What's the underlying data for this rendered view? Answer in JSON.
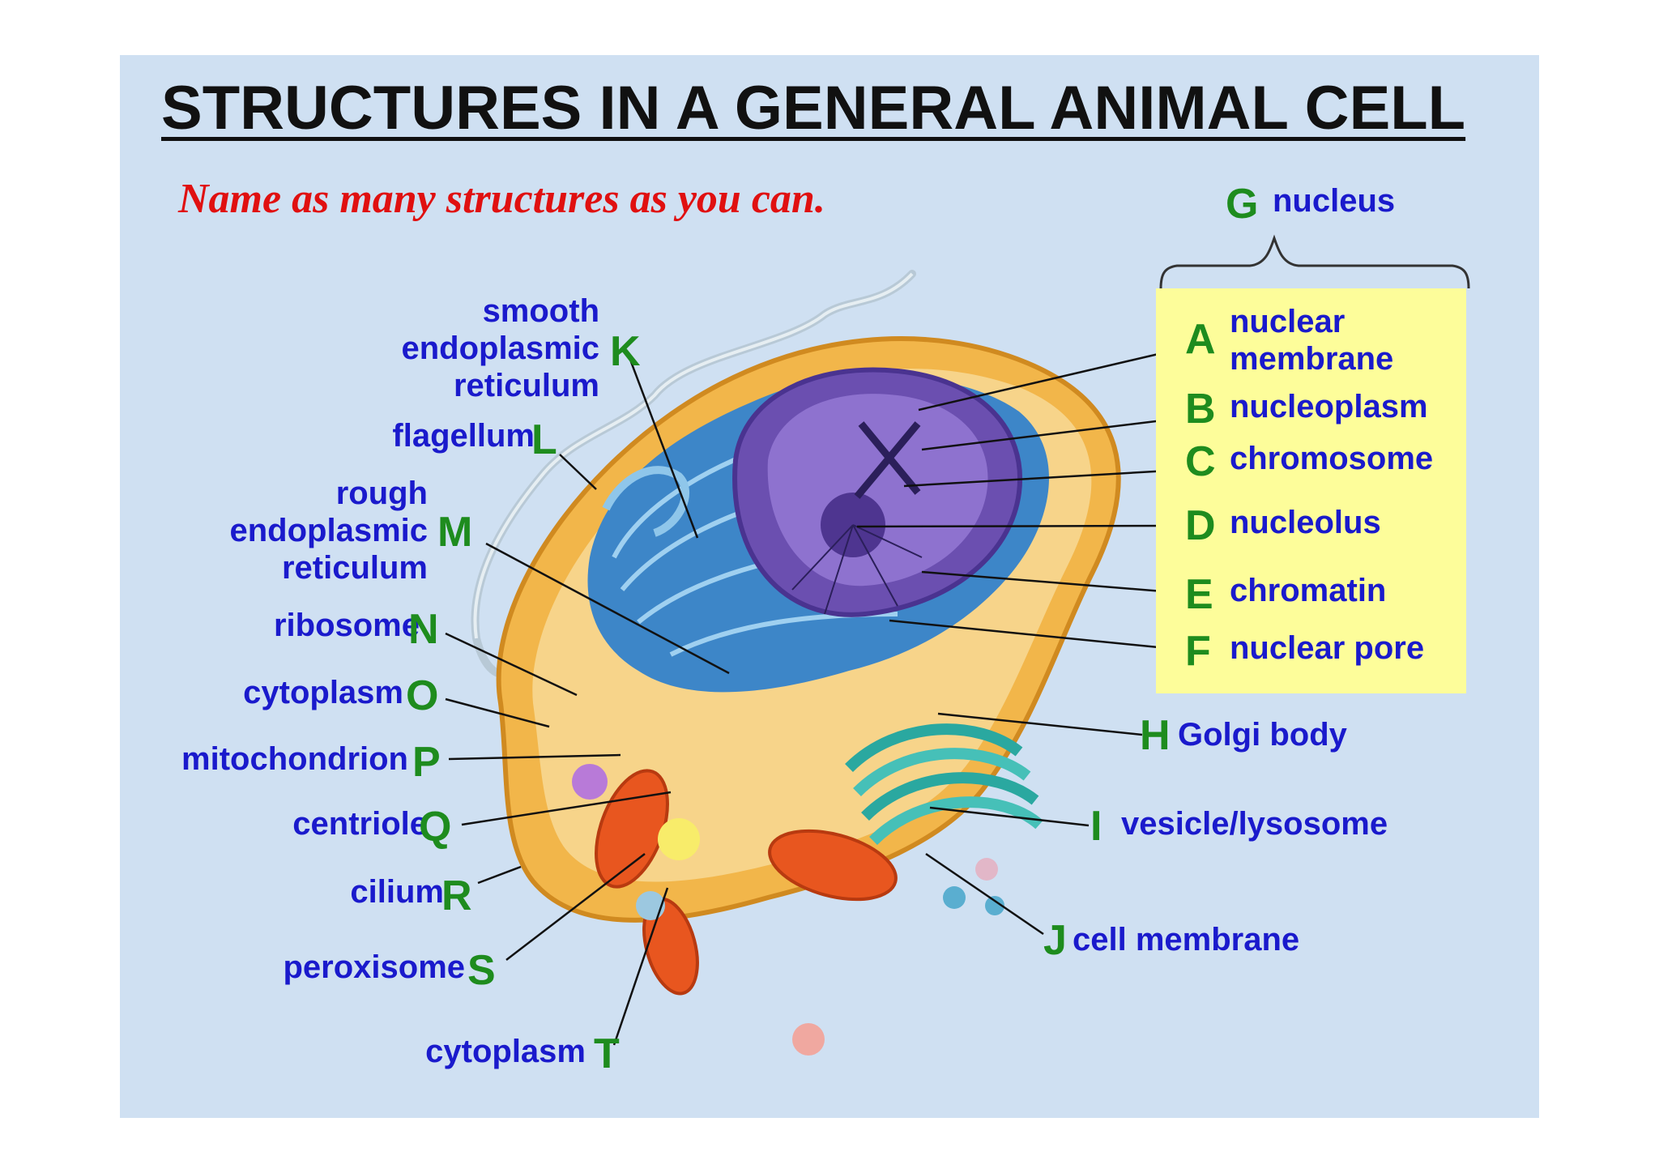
{
  "title": "STRUCTURES IN A GENERAL ANIMAL CELL",
  "subtitle": "Name as many structures as you can.",
  "nucleus_group": {
    "letter": "G",
    "label": "nucleus"
  },
  "right_labels": [
    {
      "letter": "A",
      "label": "nuclear membrane"
    },
    {
      "letter": "B",
      "label": "nucleoplasm"
    },
    {
      "letter": "C",
      "label": "chromosome"
    },
    {
      "letter": "D",
      "label": "nucleolus"
    },
    {
      "letter": "E",
      "label": "chromatin"
    },
    {
      "letter": "F",
      "label": "nuclear pore"
    },
    {
      "letter": "H",
      "label": "Golgi body"
    },
    {
      "letter": "I",
      "label": "vesicle/lysosome"
    },
    {
      "letter": "J",
      "label": "cell membrane"
    }
  ],
  "left_labels": [
    {
      "letter": "K",
      "label": "smooth endoplasmic reticulum"
    },
    {
      "letter": "L",
      "label": "flagellum"
    },
    {
      "letter": "M",
      "label": "rough endoplasmic reticulum"
    },
    {
      "letter": "N",
      "label": "ribosome"
    },
    {
      "letter": "O",
      "label": "cytoplasm"
    },
    {
      "letter": "P",
      "label": "mitochondrion"
    },
    {
      "letter": "Q",
      "label": "centriole"
    },
    {
      "letter": "R",
      "label": "cilium"
    },
    {
      "letter": "S",
      "label": "peroxisome"
    },
    {
      "letter": "T",
      "label": "cytoplasm"
    }
  ],
  "colors": {
    "background": "#cfe0f2",
    "label_text": "#1a1acc",
    "letter": "#1e8c1e",
    "subtitle": "#e01010",
    "nucleus_box": "#fdfd9a"
  }
}
